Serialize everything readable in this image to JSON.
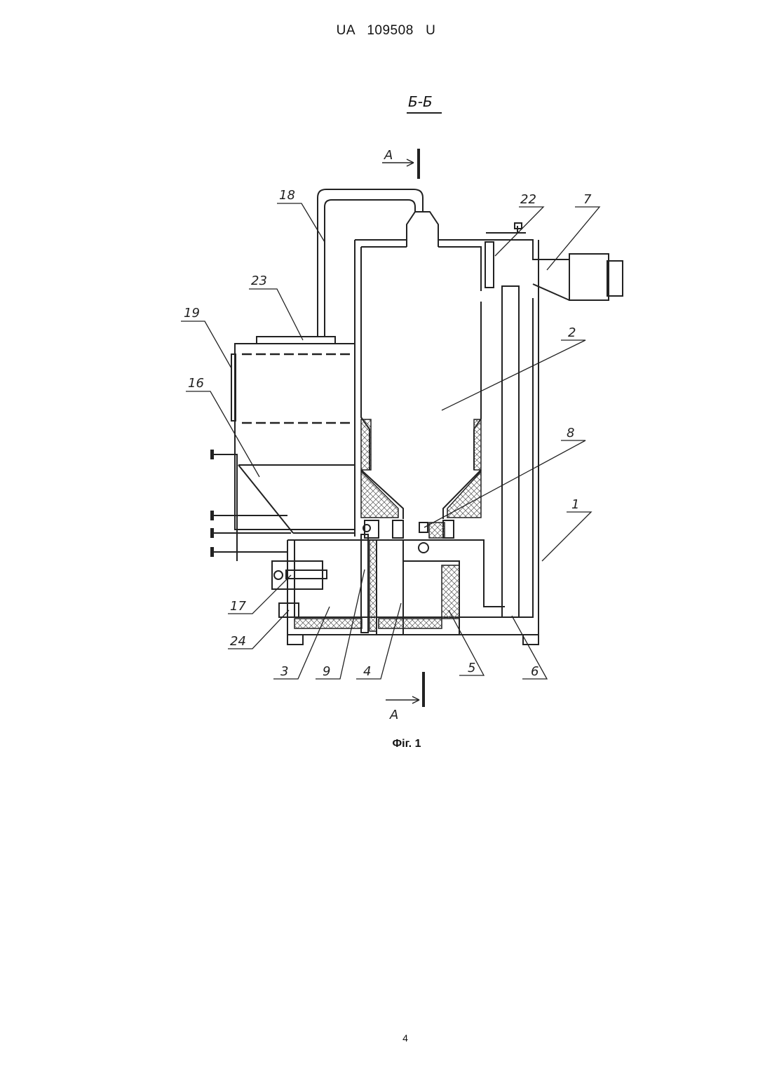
{
  "document": {
    "header": "UA   109508   U",
    "section_label": "Б-Б",
    "figure_caption": "Фіг. 1",
    "page_number": "4"
  },
  "drawing": {
    "section_marker_top": "A",
    "section_marker_bottom": "A",
    "callouts": [
      "1",
      "2",
      "3",
      "4",
      "5",
      "6",
      "7",
      "8",
      "9",
      "16",
      "17",
      "18",
      "19",
      "22",
      "23",
      "24"
    ]
  }
}
